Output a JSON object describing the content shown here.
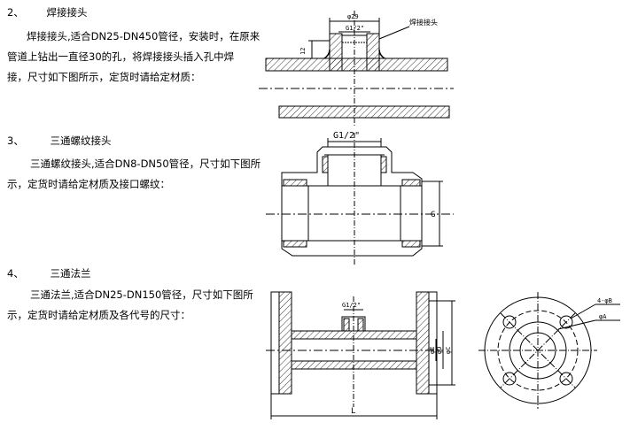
{
  "sections": [
    {
      "number": "2、",
      "title": "焊接接头",
      "lines": [
        "焊接接头,适合DN25-DN450管径，安装时，在原来",
        "管道上钻出一直径30的孔，将焊接接头插入孔中焊",
        "接，尺寸如下图所示，定货时请给定材质："
      ]
    },
    {
      "number": "3、",
      "title": "三通螺纹接头",
      "lines": [
        "三通螺纹接头,适合DN8-DN50管径，尺寸如下图所",
        "示，定货时请给定材质及接口螺纹："
      ]
    },
    {
      "number": "4、",
      "title": "三通法兰",
      "lines": [
        "三通法兰,适合DN25-DN150管径，尺寸如下图所",
        "示，定货时请给定材质及各代号的尺寸："
      ]
    }
  ],
  "drawings": {
    "weld": {
      "dia": "φ29",
      "thread": "G1/2\"",
      "height": "12",
      "callout": "焊接接头"
    },
    "tee": {
      "thread": "G1/2\"",
      "g": "G"
    },
    "flange": {
      "thread": "G1/2\"",
      "e": "φE",
      "d": "φD",
      "c": "φC",
      "l": "L",
      "b": "4-φB",
      "a": "φA"
    }
  }
}
